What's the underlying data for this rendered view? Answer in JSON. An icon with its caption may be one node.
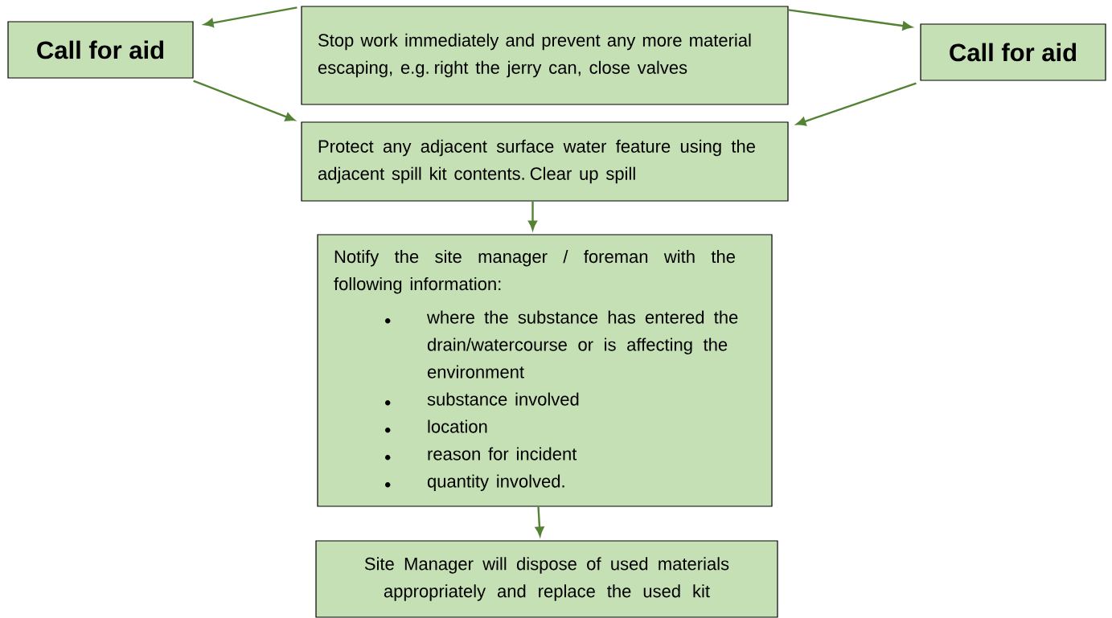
{
  "diagram": {
    "nodes": [
      {
        "text": [
          "Call for aid"
        ]
      },
      {
        "text": [
          "Stop work immediately and prevent any more material escaping, e.g. right the jerry can, close valves"
        ]
      },
      {
        "text": [
          "Call for aid"
        ]
      },
      {
        "text": [
          "Protect any adjacent surface water feature using the adjacent spill kit contents. Clear up spill"
        ]
      },
      {
        "text": [
          "Notify the site manager / foreman with the following information:",
          "where the substance has entered the drain/watercourse or is affecting the environment",
          "substance involved",
          "location",
          "reason for incident",
          "quantity involved."
        ]
      },
      {
        "text": [
          "Site Manager will dispose of used materials appropriately and replace the used kit"
        ]
      }
    ],
    "edges": [
      {
        "from": 1,
        "to": 0,
        "arrow": "to"
      },
      {
        "from": 1,
        "to": 2,
        "arrow": "to"
      },
      {
        "from": 0,
        "to": 3,
        "arrow": "to"
      },
      {
        "from": 2,
        "to": 3,
        "arrow": "to"
      },
      {
        "from": 3,
        "to": 4,
        "arrow": "to"
      },
      {
        "from": 4,
        "to": 5,
        "arrow": "to"
      }
    ]
  }
}
